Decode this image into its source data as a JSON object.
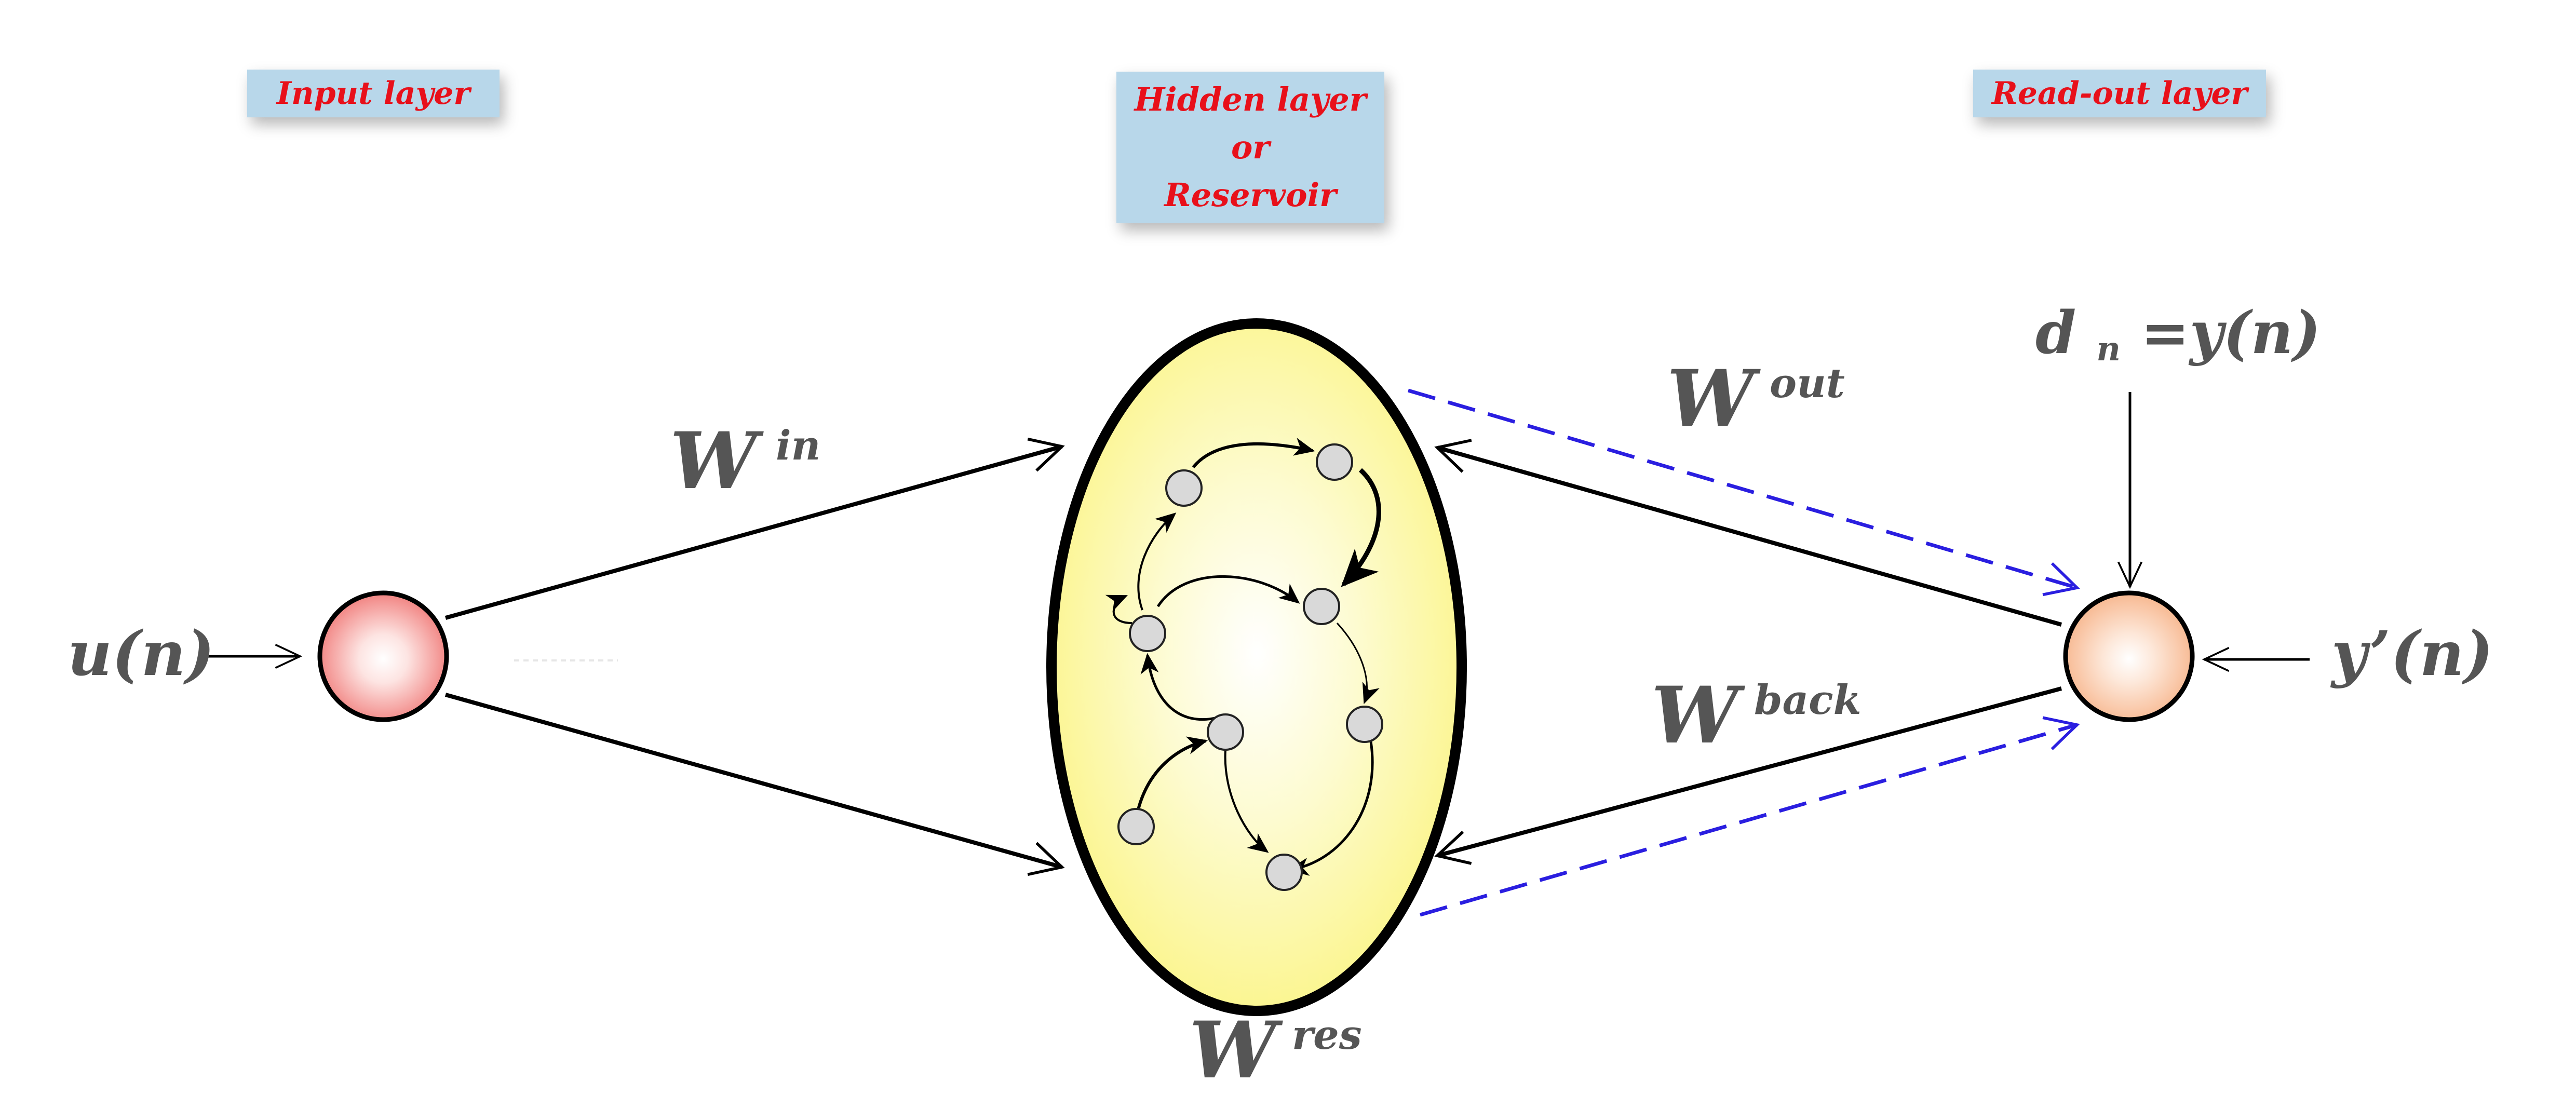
{
  "layers": {
    "input": "Input layer",
    "hidden": [
      "Hidden layer",
      "or",
      "Reservoir"
    ],
    "readout": "Read-out layer"
  },
  "labels": {
    "input_signal": "u(n)",
    "output_signal": "y’(n)",
    "target_d": "d",
    "target_sub": "n",
    "target_rhs": "=y(n)",
    "weight_symbol": "W",
    "w_in": "in",
    "w_out": "out",
    "w_back": "back",
    "w_res": "res"
  },
  "colors": {
    "input_node": "#f07a78",
    "output_node": "#f7b48a",
    "reservoir_fill": "#fbf58a",
    "reservoir_nodes": "#d9d9d9",
    "label_box": "#b8d7ea",
    "label_text": "#e8101a",
    "readout_dashed": "#2a1ee0",
    "math_text": "#555555"
  }
}
